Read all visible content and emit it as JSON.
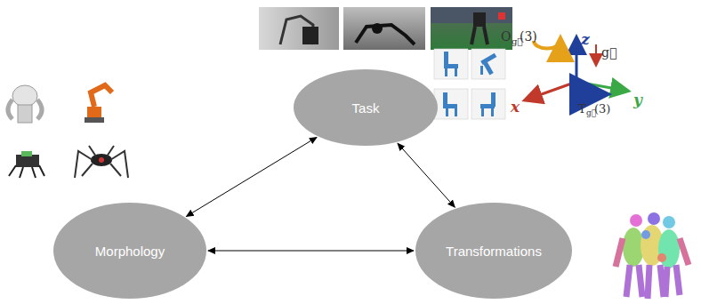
{
  "diagram": {
    "nodes": [
      {
        "text": [
          "Task"
        ]
      },
      {
        "text": [
          "Morphology"
        ]
      },
      {
        "text": [
          "Transformations"
        ]
      }
    ],
    "edges": [
      {
        "from": 0,
        "to": 1,
        "arrow": "both"
      },
      {
        "from": 0,
        "to": 2,
        "arrow": "both"
      },
      {
        "from": 1,
        "to": 2,
        "arrow": "both"
      }
    ],
    "labels": [
      "O",
      "g⃗",
      "(3)",
      "z",
      "g⃗",
      "x",
      "y",
      "T",
      "g⃗",
      "(3)"
    ]
  }
}
